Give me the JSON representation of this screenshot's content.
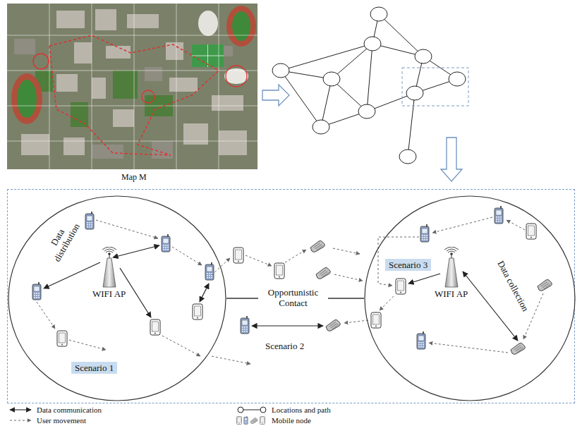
{
  "diagram": {
    "nodes": [
      {
        "text": [
          "Scenario 2"
        ]
      },
      {
        "text": [
          "Scenario 1"
        ],
        "in": 0
      },
      {
        "text": [
          "Scenario 3"
        ],
        "in": 0
      }
    ],
    "edges": [
      {
        "from": 1,
        "to": 2,
        "arrow": "none"
      }
    ],
    "labels": [
      "Map M",
      "Data distribution",
      "WIFI AP",
      "Opportunistic Contact",
      "WIFI AP",
      "Data collection"
    ],
    "legend": [
      {
        "text": "Data communication"
      },
      {
        "text": "User movement"
      },
      {
        "text": "Locations and path"
      },
      {
        "text": "Mobile node"
      }
    ]
  }
}
